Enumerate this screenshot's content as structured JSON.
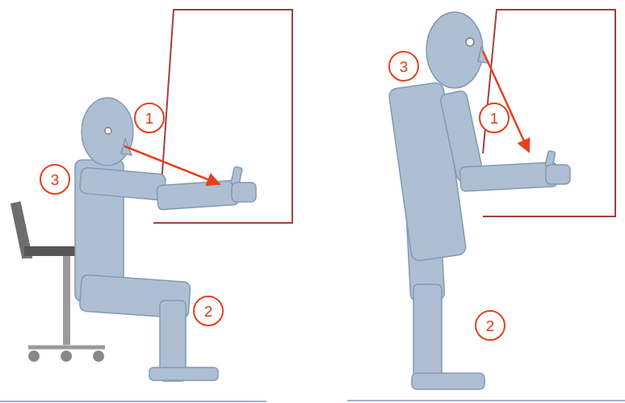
{
  "diagram": {
    "labels": [
      "1",
      "3",
      "2",
      "3",
      "1",
      "2"
    ]
  }
}
